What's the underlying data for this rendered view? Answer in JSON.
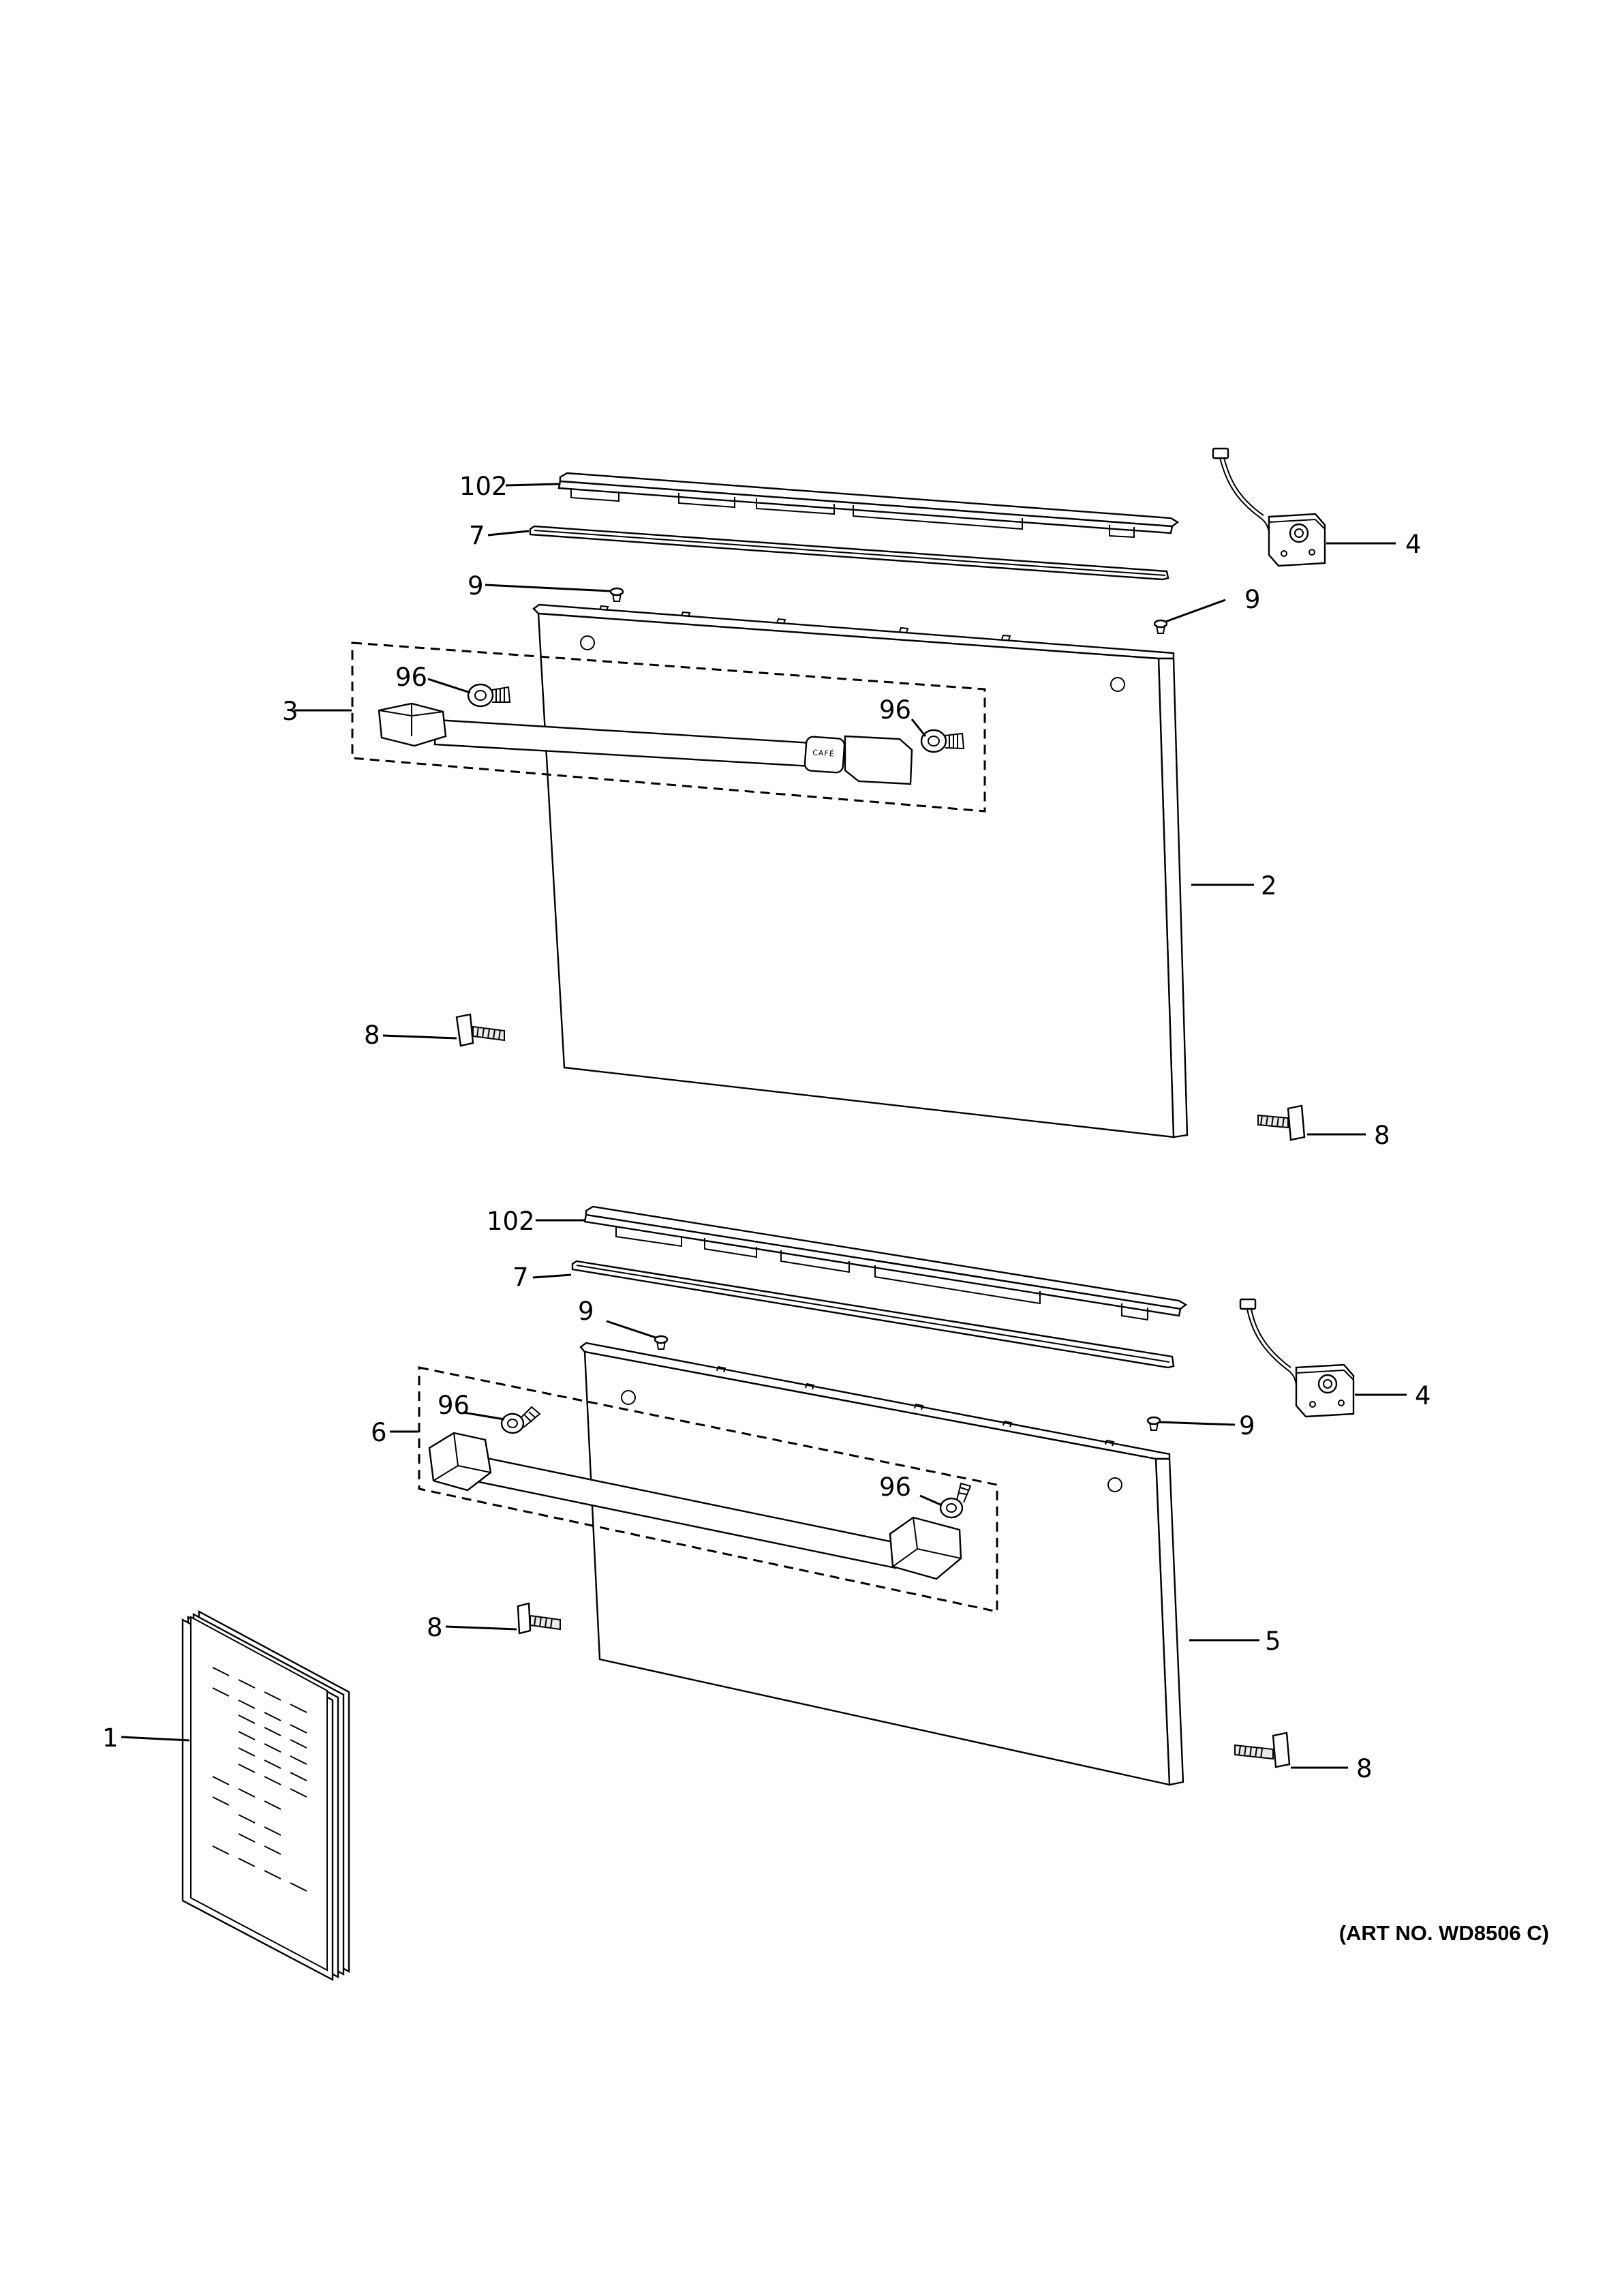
{
  "diagram": {
    "art_number": "(ART NO. WD8506 C)",
    "brand_mark": "CAFÉ"
  },
  "callouts": {
    "upper": {
      "trim": "102",
      "gasket": "7",
      "screw_left": "9",
      "screw_right": "9",
      "handle_kit": "3",
      "handle_screw_left": "96",
      "handle_screw_right": "96",
      "door_panel": "2",
      "switch": "4",
      "bracket_left": "8",
      "bracket_right": "8"
    },
    "lower": {
      "trim": "102",
      "gasket": "7",
      "screw_left": "9",
      "screw_right": "9",
      "handle_kit": "6",
      "handle_screw_left": "96",
      "handle_screw_right": "96",
      "door_panel": "5",
      "switch": "4",
      "bracket_left": "8",
      "bracket_right": "8"
    },
    "manual": "1"
  }
}
